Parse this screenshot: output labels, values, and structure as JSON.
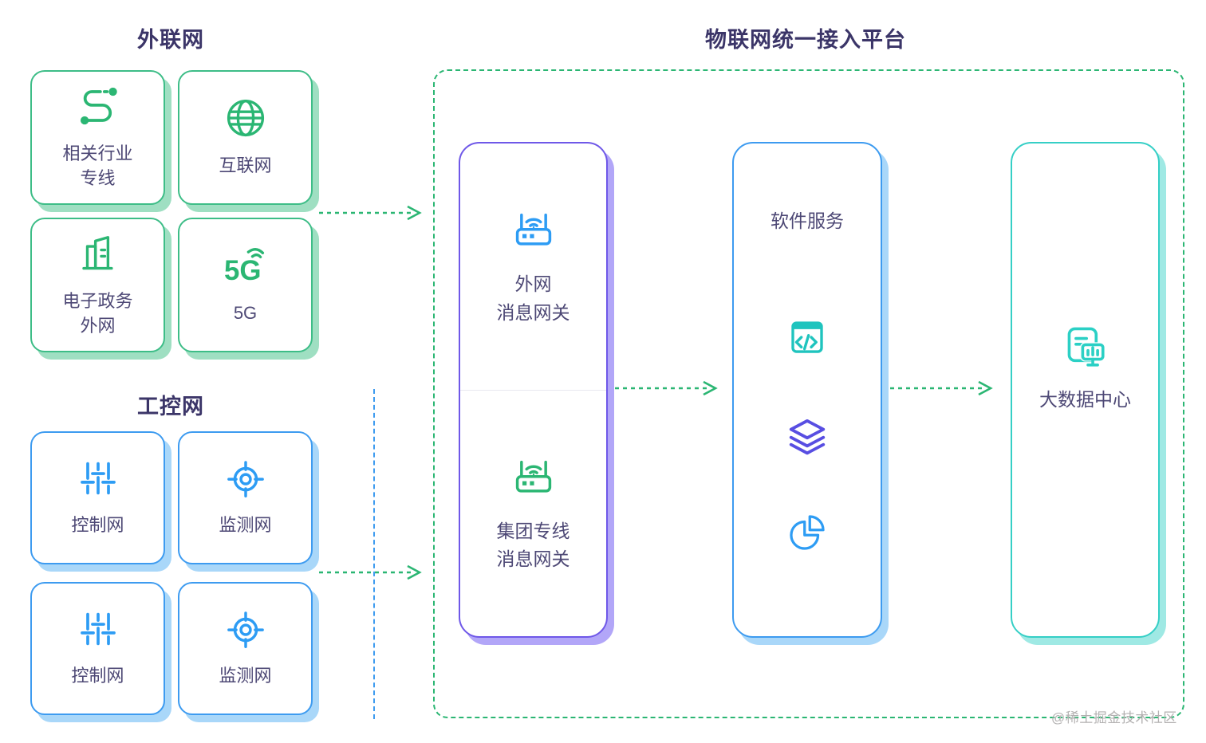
{
  "headings": {
    "extranet": "外联网",
    "industrial": "工控网",
    "platform": "物联网统一接入平台"
  },
  "extranet_boxes": [
    {
      "label": "相关行业\n专线",
      "icon": "route-icon"
    },
    {
      "label": "互联网",
      "icon": "globe-icon"
    },
    {
      "label": "电子政务\n外网",
      "icon": "gov-building-icon"
    },
    {
      "label": "5G",
      "icon": "5g-icon"
    }
  ],
  "industrial_boxes": [
    {
      "label": "控制网",
      "icon": "sliders-icon"
    },
    {
      "label": "监测网",
      "icon": "target-icon"
    },
    {
      "label": "控制网",
      "icon": "sliders-icon"
    },
    {
      "label": "监测网",
      "icon": "target-icon"
    }
  ],
  "platform": {
    "gateway_panel": {
      "top": {
        "label": "外网\n消息网关",
        "icon": "router-icon"
      },
      "bottom": {
        "label": "集团专线\n消息网关",
        "icon": "router-icon"
      }
    },
    "software_panel": {
      "title": "软件服务",
      "icons": [
        "code-window-icon",
        "layers-icon",
        "pie-chart-icon"
      ]
    },
    "bigdata_panel": {
      "label": "大数据中心",
      "icon": "data-center-icon"
    }
  },
  "glyphs": {
    "fiveg": "5G"
  },
  "watermark": "@稀土掘金技术社区",
  "colors": {
    "green": "#2bb673",
    "green_border": "#3dbd87",
    "green_shadow": "#9fdfc2",
    "blue": "#2d9cf4",
    "blue_border": "#3d9bf0",
    "blue_shadow": "#a9d7f9",
    "purple_border": "#6f58e8",
    "purple_shadow": "#b2a6f8",
    "teal_border": "#35cfc6",
    "teal_shadow": "#9fe9e4",
    "teal_icon": "#2bd0c5",
    "layers_icon": "#584ee2",
    "heading_text": "#3b3568",
    "label_text": "#4d4875",
    "watermark_text": "#b3b1b1"
  }
}
